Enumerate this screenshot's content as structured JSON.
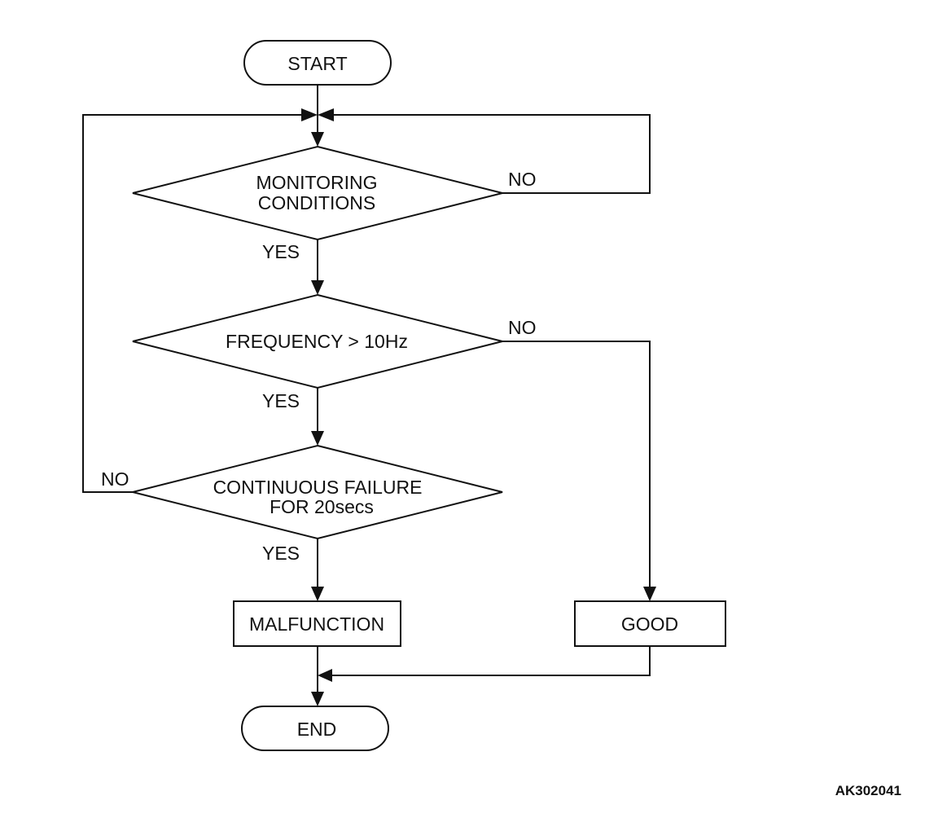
{
  "nodes": {
    "start": "START",
    "monitoring_line1": "MONITORING",
    "monitoring_line2": "CONDITIONS",
    "frequency": "FREQUENCY > 10Hz",
    "continuous_line1": "CONTINUOUS FAILURE",
    "continuous_line2": "FOR 20secs",
    "malfunction": "MALFUNCTION",
    "good": "GOOD",
    "end": "END"
  },
  "edges": {
    "monitoring_no": "NO",
    "monitoring_yes": "YES",
    "frequency_no": "NO",
    "frequency_yes": "YES",
    "continuous_no": "NO",
    "continuous_yes": "YES"
  },
  "figure_ref": "AK302041"
}
